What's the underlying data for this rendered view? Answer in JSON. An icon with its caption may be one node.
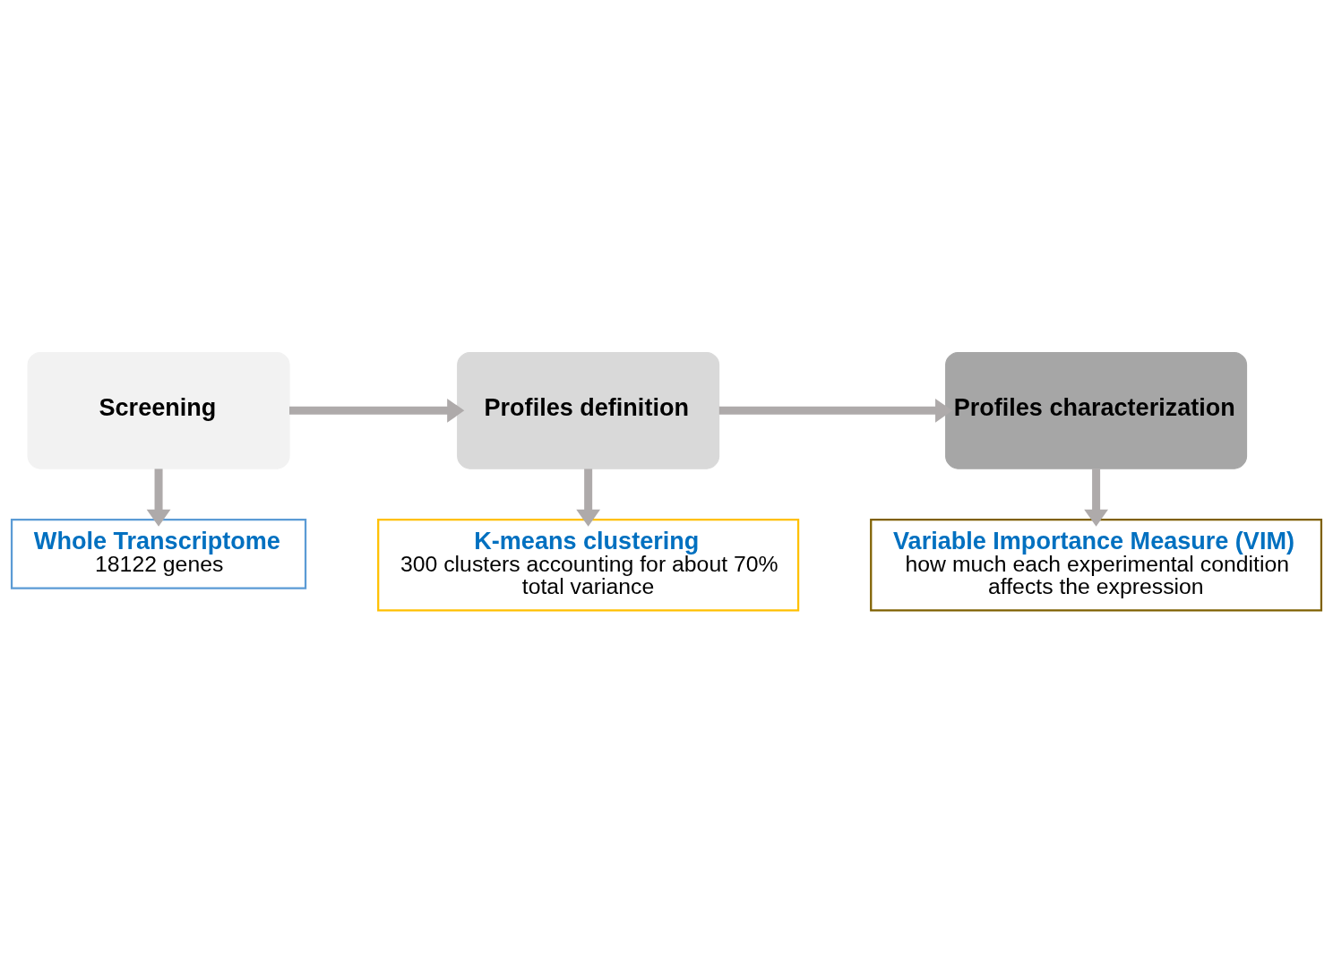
{
  "diagram": {
    "nodes": [
      {
        "text": [
          "Screening"
        ]
      },
      {
        "text": [
          "Whole Transcriptome",
          "18122 genes"
        ]
      },
      {
        "text": [
          "Profiles definition"
        ]
      },
      {
        "text": [
          "K-means clustering",
          "300 clusters accounting for about 70% total variance"
        ]
      },
      {
        "text": [
          "Profiles characterization"
        ]
      },
      {
        "text": [
          "Variable Importance Measure (VIM)",
          "how much each experimental condition affects the expression"
        ]
      }
    ],
    "edges": [
      {
        "from": 0,
        "to": 1,
        "arrow": "to"
      },
      {
        "from": 0,
        "to": 2,
        "arrow": "to"
      },
      {
        "from": 2,
        "to": 3,
        "arrow": "to"
      },
      {
        "from": 2,
        "to": 4,
        "arrow": "to"
      },
      {
        "from": 4,
        "to": 5,
        "arrow": "to"
      }
    ]
  }
}
